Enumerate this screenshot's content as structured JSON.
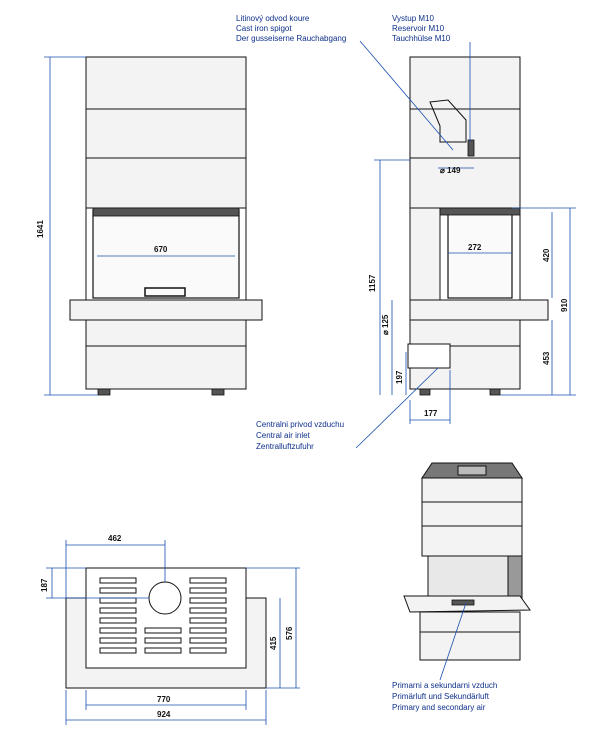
{
  "labels": {
    "spigot": [
      "Litinový odvod koure",
      "Cast iron spigot",
      "Der gusseiserne Rauchabgang"
    ],
    "sensor": [
      "Vystup M10",
      "Reservoir M10",
      "Tauchhülse M10"
    ],
    "central_air": [
      "Centralni privod vzduchu",
      "Central air inlet",
      "Zentralluftzufuhr"
    ],
    "primary_air": [
      "Primarni a sekundarni vzduch",
      "Primärluft und Sekundärluft",
      "Primary and secondary air"
    ]
  },
  "dimensions": {
    "front_height": "1641",
    "front_window_width": "670",
    "flue_diameter": "⌀ 149",
    "side_window_width": "272",
    "side_height": "1157",
    "side_air_diameter": "⌀ 125",
    "side_air_offset": "197",
    "side_air_width": "177",
    "side_window_height": "420",
    "side_total_to_window": "910",
    "side_base_height": "453",
    "top_flue_offset": "462",
    "top_depth_to_flue": "187",
    "top_inner_width": "770",
    "top_outer_width": "924",
    "top_depth_inner": "415",
    "top_depth_outer": "576"
  }
}
